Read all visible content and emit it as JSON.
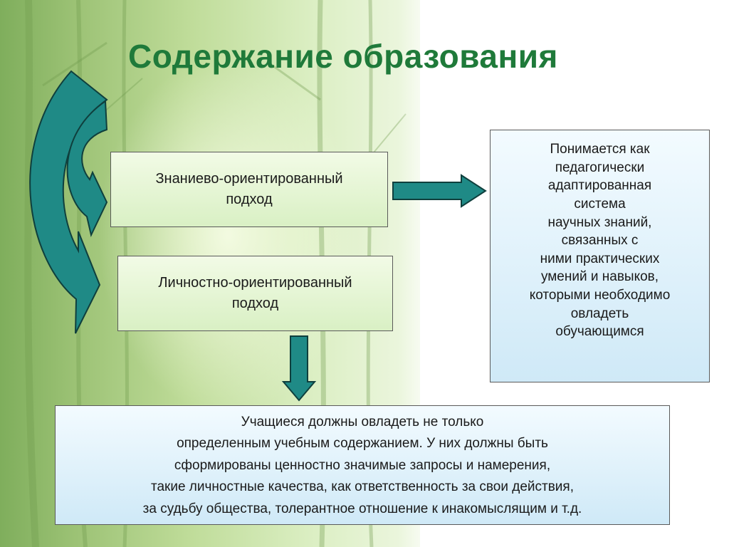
{
  "title": "Содержание образования",
  "boxes": {
    "knowledge_approach": "Знаниево-ориентированный\nподход",
    "personal_approach": "Личностно-ориентированный\nподход",
    "definition": "Понимается как\nпедагогически\nадаптированная\nсистема\nнаучных знаний,\nсвязанных с\nними практических\nумений и навыков,\nкоторыми необходимо\nовладеть\nобучающимся",
    "students": "Учащиеся должны  овладеть не только\nопределенным учебным содержанием.  У них должны быть\nсформированы ценностно  значимые запросы и намерения,\nтакие личностные качества,  как ответственность за свои действия,\nза судьбу общества, толерантное  отношение к инакомыслящим и т.д."
  },
  "colors": {
    "title": "#1f7a3a",
    "arrow_fill": "#1f8a86",
    "arrow_stroke": "#0f3f3d"
  }
}
